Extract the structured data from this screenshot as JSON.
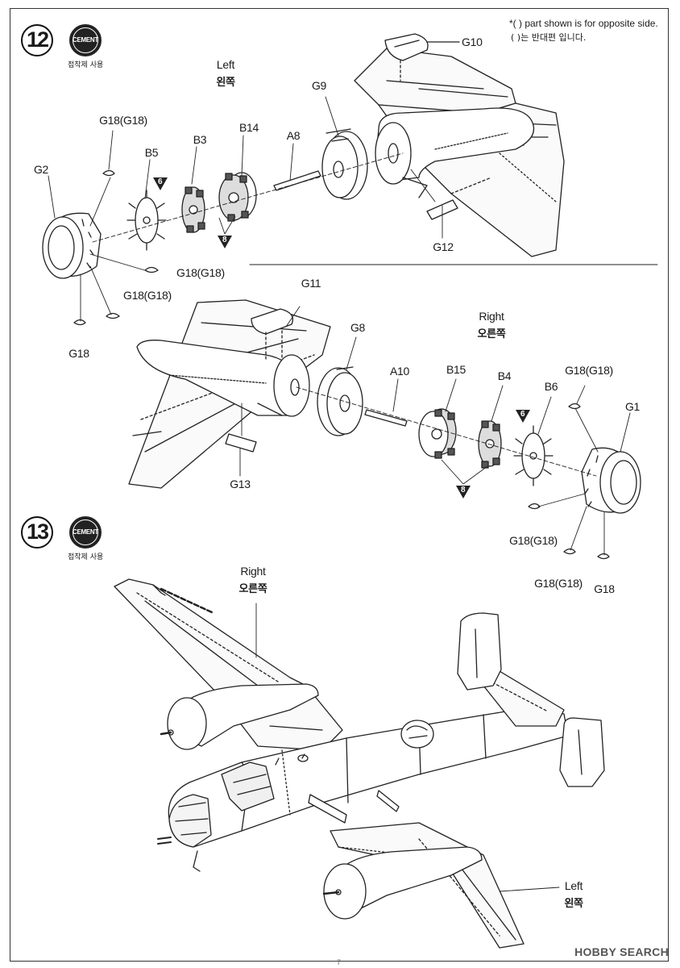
{
  "notes": {
    "line1": "*(    ) part shown is for opposite side.",
    "line2": "(    )는 반대편 입니다."
  },
  "step12": {
    "number": "12",
    "cement_label": "CEMENT",
    "cement_kr": "접착제 사용",
    "left_en": "Left",
    "left_kr": "왼쪽",
    "right_en": "Right",
    "right_kr": "오른쪽",
    "parts_left": {
      "g10": "G10",
      "g9": "G9",
      "a8": "A8",
      "b14": "B14",
      "b3": "B3",
      "b5": "B5",
      "g18g18_top": "G18(G18)",
      "g2": "G2",
      "g18g18_mid": "G18(G18)",
      "g18g18_low": "G18(G18)",
      "g18": "G18",
      "g12": "G12",
      "ref6": "6",
      "ref8": "8"
    },
    "parts_right": {
      "g11": "G11",
      "g8": "G8",
      "a10": "A10",
      "b15": "B15",
      "b4": "B4",
      "b6": "B6",
      "g18g18_top": "G18(G18)",
      "g1": "G1",
      "g13": "G13",
      "g18g18_mid": "G18(G18)",
      "g18g18_low": "G18(G18)",
      "g18": "G18",
      "ref6": "6",
      "ref8": "8"
    }
  },
  "step13": {
    "number": "13",
    "cement_label": "CEMENT",
    "cement_kr": "접착제 사용",
    "right_en": "Right",
    "right_kr": "오른쪽",
    "left_en": "Left",
    "left_kr": "왼쪽"
  },
  "footer": {
    "watermark": "HOBBY SEARCH",
    "page": "7"
  }
}
